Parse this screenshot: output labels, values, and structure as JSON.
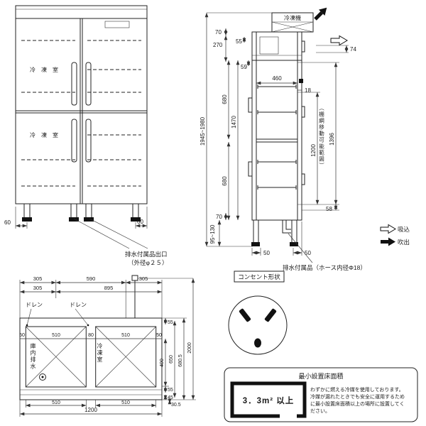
{
  "front_view": {
    "freezer_label_upper": "冷　凍　室",
    "freezer_label_lower": "冷　凍　室",
    "dim_60_left": "60",
    "dim_60_right": "60",
    "drain_outlet_note_line1": "排水付属品出口",
    "drain_outlet_note_line2": "（外径φ２５）"
  },
  "side_view": {
    "condenser_label": "冷凍機",
    "dim_70_top": "70",
    "dim_270": "270",
    "dim_55": "55",
    "dim_59": "59",
    "dim_74": "74",
    "dim_height_range": "1945~1980",
    "dim_680_upper": "680",
    "dim_1470": "1470",
    "dim_680_lower": "680",
    "dim_70_bottom": "70",
    "dim_leg_range": "95~130",
    "dim_460": "460",
    "dim_18": "18",
    "dim_1200": "1200",
    "shelf_range_note": "（棚網移動可能範囲）",
    "dim_1396": "1396",
    "dim_58": "58",
    "dim_50_left": "50",
    "dim_50_right": "50",
    "suction_label": "吸込",
    "blowout_label": "吹出",
    "drain_hose_note": "排水付属品（ホース内径Φ18）"
  },
  "plan_view": {
    "dim_305_left": "305",
    "dim_590": "590",
    "dim_305_right": "305",
    "dim_305_second": "305",
    "dim_895": "895",
    "drain_label_left": "ドレン",
    "drain_label_right": "ドレン",
    "dim_50_left": "50",
    "dim_510_left": "510",
    "dim_80": "80",
    "dim_510_right": "510",
    "dim_50_right": "50",
    "interior_drain_label": "庫内排水",
    "freezer_label": "冷凍室",
    "dim_55_top": "55",
    "dim_400": "400",
    "dim_650": "650",
    "dim_680_5": "680.5",
    "dim_2000": "2000",
    "dim_55_bottom": "55",
    "dim_45": "45",
    "dim_30_5": "30.5",
    "dim_510_bottom_left": "510",
    "dim_510_bottom_right": "510",
    "dim_1200": "1200"
  },
  "outlet": {
    "title": "コンセント形状"
  },
  "min_area": {
    "title": "最小設置床面積",
    "value": "3．3m² 以上",
    "note_line1": "わずかに燃える冷媒を使用しております。",
    "note_line2": "冷媒が漏れたときでも安全に運用するため",
    "note_line3": "に最小設置床面積以上の場所に設置してく",
    "note_line4": "ださい。"
  }
}
